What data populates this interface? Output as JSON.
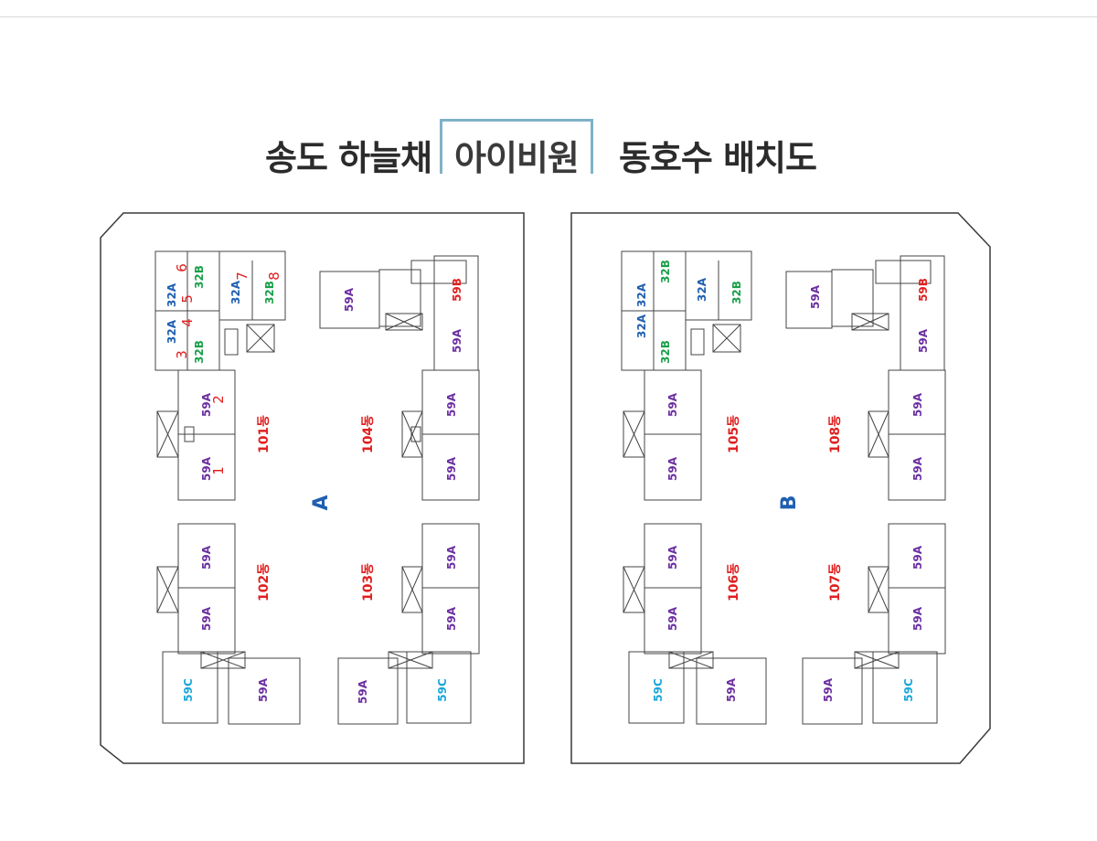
{
  "title": {
    "part1": "송도 하늘채",
    "brand": "아이비원",
    "part2": "동호수 배치도"
  },
  "colors": {
    "red": "#e02020",
    "purple": "#6b2fa1",
    "blue": "#1f5fb0",
    "green": "#1aa04a",
    "cyan": "#1aa7d9"
  },
  "zones": [
    {
      "letter": "A",
      "small_units": [
        "32A",
        "32B",
        "32A",
        "32B",
        "32A",
        "32B"
      ],
      "unit_numbers": [
        "6",
        "5",
        "4",
        "3",
        "7",
        "8",
        "2",
        "1"
      ],
      "buildings": [
        {
          "name": "101동",
          "units": [
            "59A",
            "59A"
          ]
        },
        {
          "name": "104동",
          "units": [
            "59A",
            "59B",
            "59A",
            "59A",
            "59A"
          ]
        },
        {
          "name": "102동",
          "units": [
            "59A",
            "59A",
            "59C",
            "59A"
          ]
        },
        {
          "name": "103동",
          "units": [
            "59A",
            "59A",
            "59A",
            "59C"
          ]
        }
      ]
    },
    {
      "letter": "B",
      "small_units": [
        "32A",
        "32B",
        "32A",
        "32B",
        "32A",
        "32B"
      ],
      "buildings": [
        {
          "name": "105동",
          "units": [
            "59A",
            "59A"
          ]
        },
        {
          "name": "108동",
          "units": [
            "59A",
            "59B",
            "59A",
            "59A",
            "59A"
          ]
        },
        {
          "name": "106동",
          "units": [
            "59A",
            "59A",
            "59C",
            "59A"
          ]
        },
        {
          "name": "107동",
          "units": [
            "59A",
            "59A",
            "59A",
            "59C"
          ]
        }
      ]
    }
  ]
}
